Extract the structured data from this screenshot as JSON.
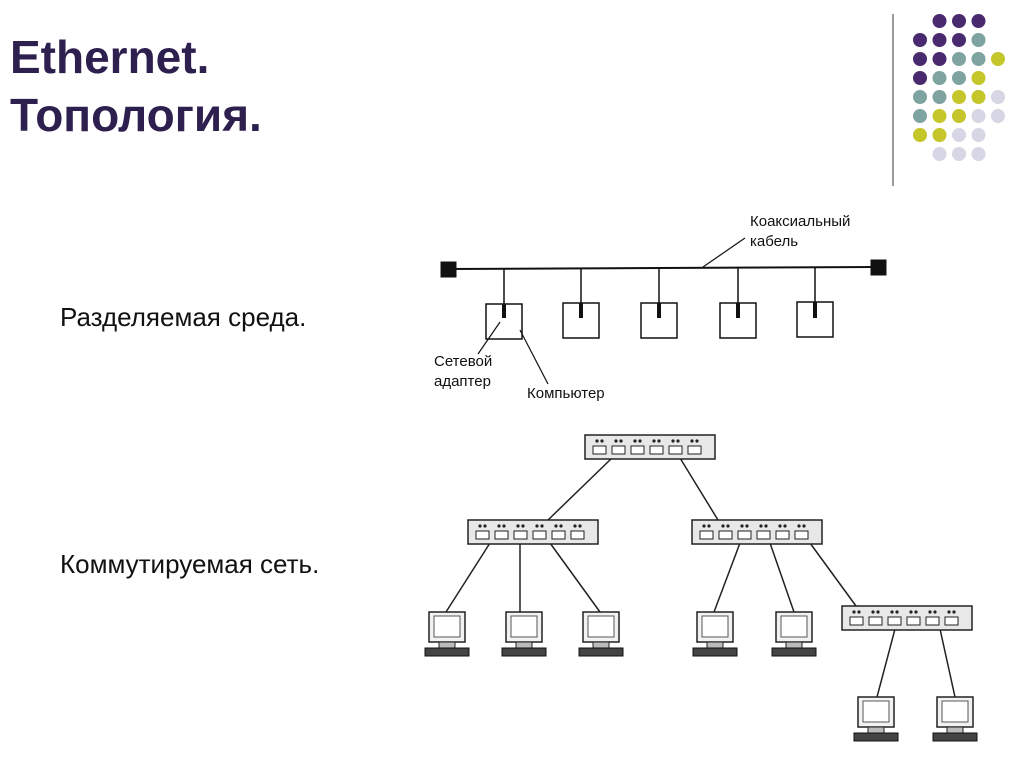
{
  "slide": {
    "title_line1": "Ethernet.",
    "title_line2": "Топология."
  },
  "labels": {
    "shared": "Разделяемая среда.",
    "switched": "Коммутируемая сеть."
  },
  "bus_diagram": {
    "cable_label_line1": "Коаксиальный",
    "cable_label_line2": "кабель",
    "adapter_label_line1": "Сетевой",
    "adapter_label_line2": "адаптер",
    "computer_label": "Компьютер"
  },
  "colors": {
    "title": "#2d1f4e",
    "dot_purple": "#4a2a6e",
    "dot_teal": "#7fa3a0",
    "dot_olive": "#c4c62a",
    "dot_light": "#d6d6e4"
  }
}
